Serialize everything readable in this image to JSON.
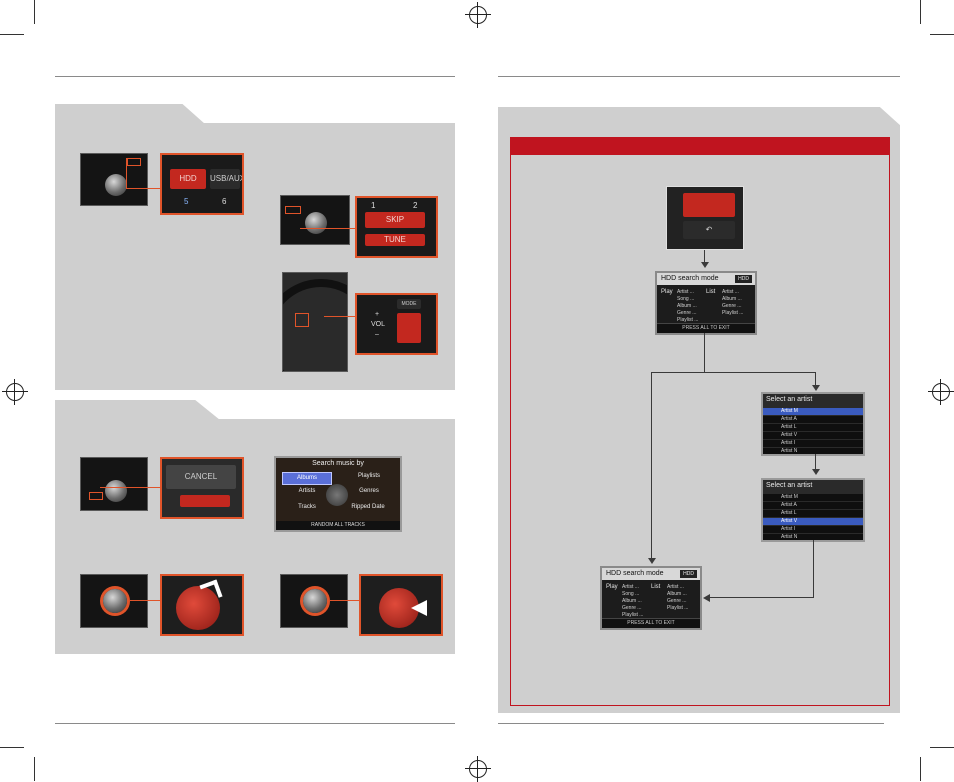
{
  "colors": {
    "panel": "#cfcfcf",
    "accent_red": "#c0141f",
    "highlight": "#e0542a",
    "selection_blue": "#3a5bbf"
  },
  "left_top_photos": {
    "hdd_zoom": {
      "hdd_label": "HDD",
      "usb_label": "USB/AUX",
      "key5": "5",
      "key6": "6"
    },
    "skip_zoom": {
      "key1": "1",
      "key2": "2",
      "skip_label": "SKIP",
      "tune_label": "TUNE"
    },
    "steering_zoom": {
      "vol_label": "VOL",
      "plus": "+",
      "minus": "–",
      "mode_label": "MODE"
    }
  },
  "left_bottom_photos": {
    "cancel_zoom": {
      "cancel_label": "CANCEL"
    },
    "search_screen": {
      "title": "Search music by",
      "options": [
        "Albums",
        "Playlists",
        "Artists",
        "Genres",
        "Tracks",
        "Ripped Date"
      ],
      "footer": "RANDOM ALL TRACKS"
    }
  },
  "flow": {
    "screen1": {
      "title": "HDD search mode",
      "tag": "HDD",
      "play_head": "Play",
      "play_items": [
        "Artist ...",
        "Song ...",
        "Album ...",
        "Genre ...",
        "Playlist ..."
      ],
      "list_head": "List",
      "list_items": [
        "Artist ...",
        "Album ...",
        "Genre ...",
        "Playlist ..."
      ],
      "footer": "PRESS ALL TO EXIT"
    },
    "artist_list1": {
      "title": "Select an artist",
      "rows": [
        "Artist M",
        "Artist A",
        "Artist L",
        "Artist V",
        "Artist I",
        "Artist N"
      ],
      "selected_index": 0
    },
    "artist_list2": {
      "title": "Select an artist",
      "rows": [
        "Artist M",
        "Artist A",
        "Artist L",
        "Artist V",
        "Artist I",
        "Artist N"
      ],
      "selected_index": 3
    },
    "screen2": {
      "title": "HDD search mode",
      "tag": "HDD",
      "play_head": "Play",
      "play_items": [
        "Artist ...",
        "Song ...",
        "Album ...",
        "Genre ...",
        "Playlist ..."
      ],
      "list_head": "List",
      "list_items": [
        "Artist ...",
        "Album ...",
        "Genre ...",
        "Playlist ..."
      ],
      "footer": "PRESS ALL TO EXIT"
    }
  }
}
